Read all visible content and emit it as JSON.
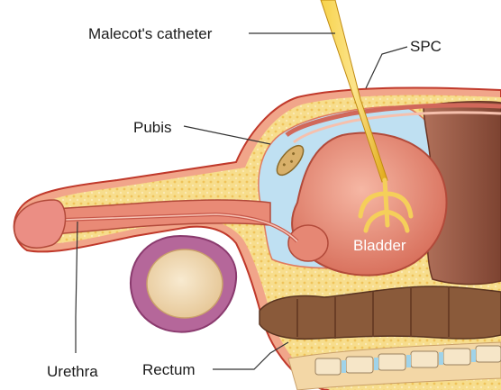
{
  "labels": {
    "catheter": "Malecot's catheter",
    "spc": "SPC",
    "pubis": "Pubis",
    "bladder": "Bladder",
    "urethra": "Urethra",
    "rectum": "Rectum"
  },
  "colors": {
    "skin": "#f1a58a",
    "skin_outline": "#c0392b",
    "fat": "#f7dd8c",
    "fluid": "#bfe0f2",
    "bladder": "#e98e7b",
    "bowel": "#9a5a45",
    "rectum": "#8a5a3a",
    "catheter": "#f2c230",
    "testis": "#f1dfb8",
    "scrotum": "#b5679a",
    "vertebra": "#9fd3ea"
  }
}
